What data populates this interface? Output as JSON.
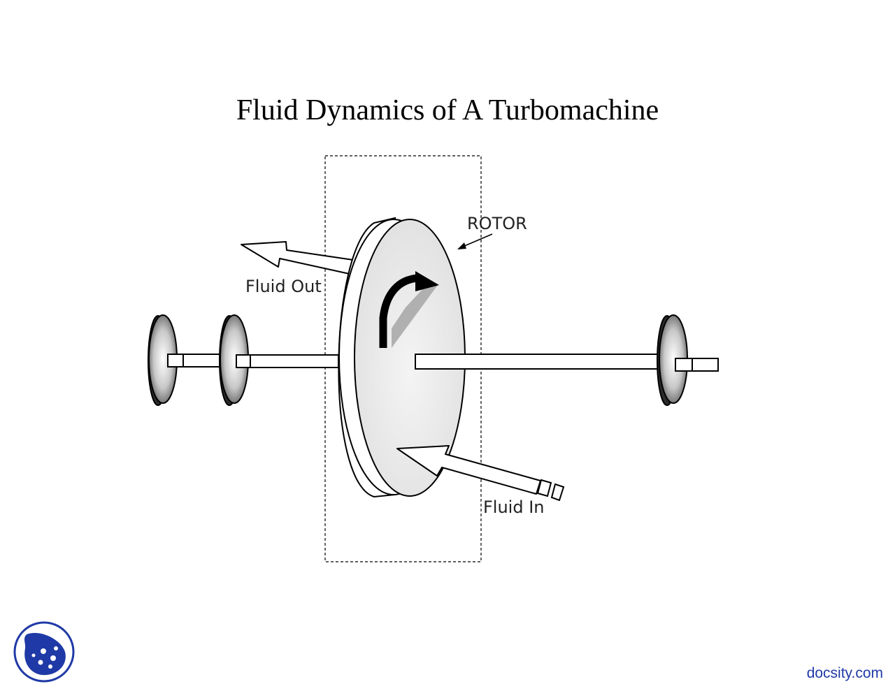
{
  "slide": {
    "title": "Fluid Dynamics of A Turbomachine"
  },
  "diagram": {
    "labels": {
      "rotor": "ROTOR",
      "fluid_out": "Fluid Out",
      "fluid_in": "Fluid In"
    }
  },
  "footer": {
    "watermark": "docsity.com",
    "logo_icon": "docsity-logo-icon"
  },
  "colors": {
    "brand_blue": "#1f3aa6",
    "rotor_face": "#e8e8e8",
    "outline": "#000000"
  }
}
